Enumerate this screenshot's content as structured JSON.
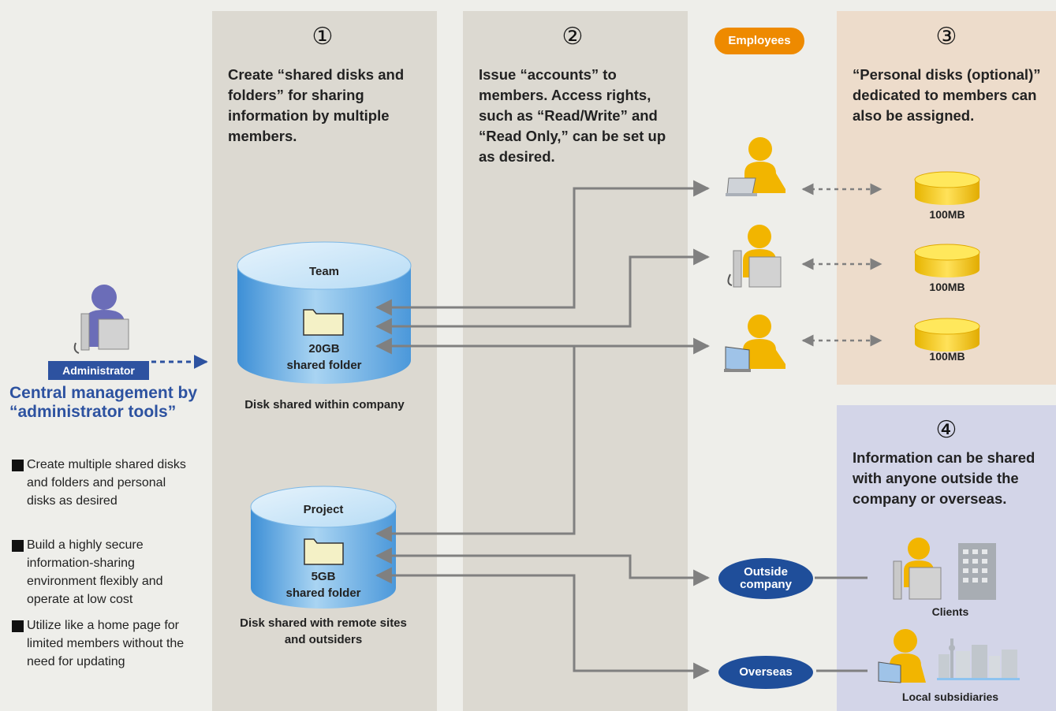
{
  "steps": [
    {
      "num": "①",
      "text": "Create “shared disks and folders” for sharing information by multiple members."
    },
    {
      "num": "②",
      "text": "Issue “accounts” to members. Access rights, such as “Read/Write” and “Read Only,” can be set up as desired."
    },
    {
      "num": "③",
      "text": "“Personal disks (optional)” dedicated to members can also be assigned."
    },
    {
      "num": "④",
      "text": "Information can be shared with anyone outside the company or overseas."
    }
  ],
  "employees_badge": "Employees",
  "admin": {
    "badge": "Administrator",
    "title": "Central management by “administrator tools”",
    "bullets": [
      "Create multiple shared disks and folders and personal disks as desired",
      "Build a highly secure information-sharing environment flexibly and operate at low cost",
      "Utilize like a home page for limited members without the need for updating"
    ]
  },
  "disks": {
    "team": {
      "name": "Team",
      "size": "20GB",
      "folder": "shared folder",
      "caption": "Disk shared within company"
    },
    "project": {
      "name": "Project",
      "size": "5GB",
      "folder": "shared folder",
      "caption": "Disk shared with remote sites and outsiders"
    }
  },
  "personal_disks": [
    "100MB",
    "100MB",
    "100MB"
  ],
  "external": {
    "outside": "Outside company",
    "overseas": "Overseas",
    "clients": "Clients",
    "subsidiaries": "Local subsidiaries"
  },
  "colors": {
    "column_bg": "#dcd9d1",
    "personal_bg": "#eddccb",
    "external_bg": "#d3d5e8",
    "disk_blue": "#6fb3e6",
    "person_yellow": "#f2b500",
    "admin_purple": "#6b6db8",
    "pill_blue": "#1f4e9a",
    "badge_orange": "#ee8a00",
    "arrow_gray": "#808080",
    "title_blue": "#2d52a0"
  }
}
